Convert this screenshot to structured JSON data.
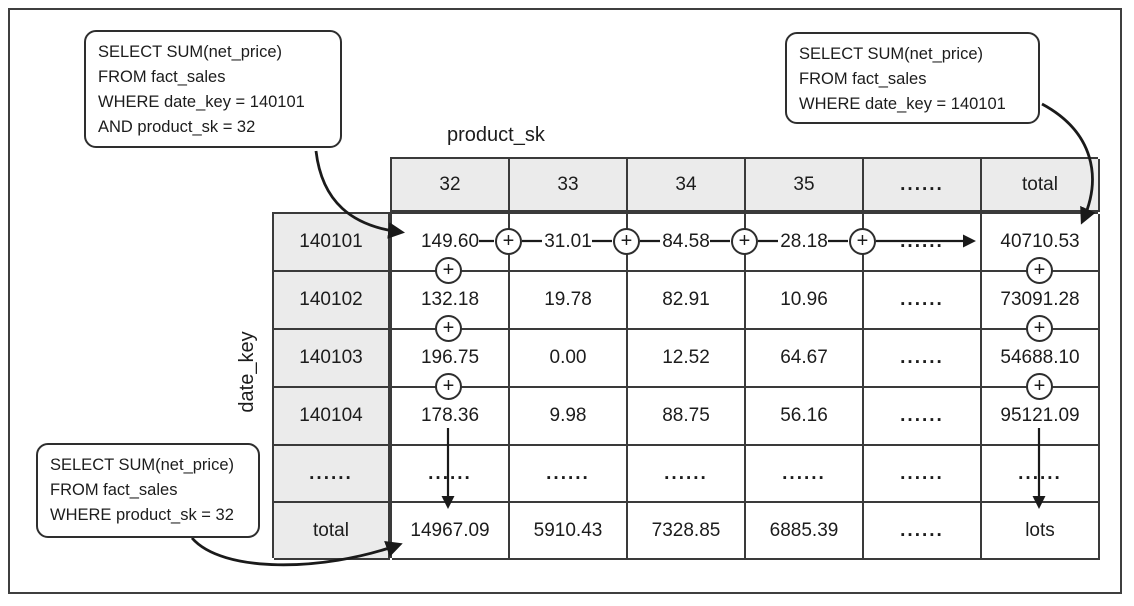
{
  "callouts": {
    "top_left": {
      "lines": [
        "SELECT SUM(net_price)",
        "FROM fact_sales",
        "WHERE date_key = 140101",
        "AND product_sk = 32"
      ]
    },
    "top_right": {
      "lines": [
        "SELECT SUM(net_price)",
        "FROM fact_sales",
        "WHERE date_key = 140101"
      ]
    },
    "bottom_left": {
      "lines": [
        "SELECT SUM(net_price)",
        "FROM fact_sales",
        "WHERE product_sk = 32"
      ]
    }
  },
  "matrix": {
    "col_axis_label": "product_sk",
    "row_axis_label": "date_key",
    "col_headers": [
      "32",
      "33",
      "34",
      "35",
      "......",
      "total"
    ],
    "row_headers": [
      "140101",
      "140102",
      "140103",
      "140104",
      "......",
      "total"
    ],
    "rows": [
      [
        "149.60",
        "31.01",
        "84.58",
        "28.18",
        "......",
        "40710.53"
      ],
      [
        "132.18",
        "19.78",
        "82.91",
        "10.96",
        "......",
        "73091.28"
      ],
      [
        "196.75",
        "0.00",
        "12.52",
        "64.67",
        "......",
        "54688.10"
      ],
      [
        "178.36",
        "9.98",
        "88.75",
        "56.16",
        "......",
        "95121.09"
      ],
      [
        "......",
        "......",
        "......",
        "......",
        "......",
        "......"
      ],
      [
        "14967.09",
        "5910.43",
        "7328.85",
        "6885.39",
        "......",
        "lots"
      ]
    ]
  },
  "operators": {
    "plus": "+"
  },
  "colors": {
    "background": "#ffffff",
    "header_fill": "#ebebeb",
    "border": "#3a3a3a",
    "text": "#1c1c1c",
    "arrow": "#1a1a1a"
  }
}
